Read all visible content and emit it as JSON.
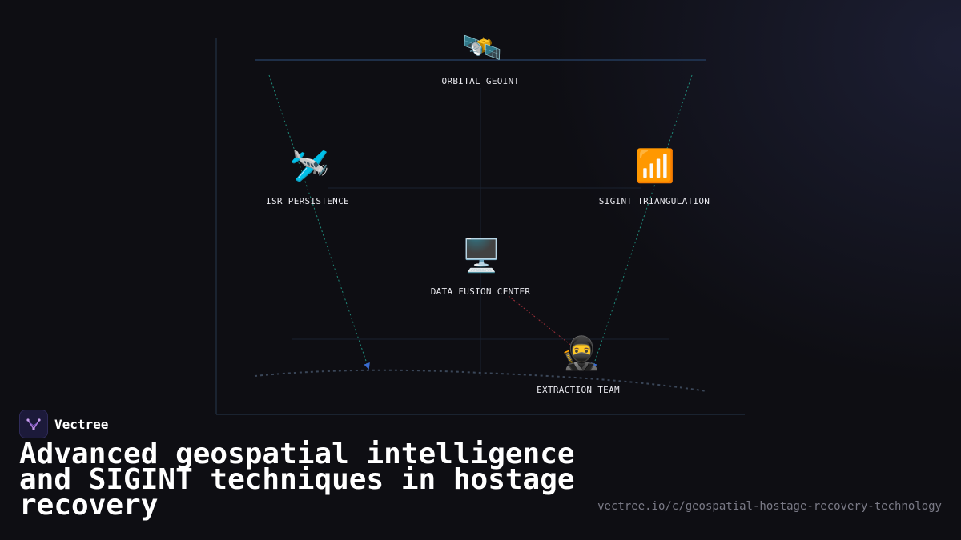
{
  "nodes": [
    {
      "id": "orbital",
      "icon": "🛰️",
      "icon_name": "satellite-icon",
      "label": "ORBITAL GEOINT"
    },
    {
      "id": "isr",
      "icon": "🛩️",
      "icon_name": "airplane-icon",
      "label": "ISR PERSISTENCE"
    },
    {
      "id": "sigint",
      "icon": "📶",
      "icon_name": "signal-bars-icon",
      "label": "SIGINT TRIANGULATION"
    },
    {
      "id": "fusion",
      "icon": "🖥️",
      "icon_name": "desktop-computer-icon",
      "label": "DATA FUSION CENTER"
    },
    {
      "id": "extraction",
      "icon": "🥷",
      "icon_name": "ninja-icon",
      "label": "EXTRACTION TEAM"
    }
  ],
  "brand": {
    "name": "Vectree",
    "logo_icon": "vectree-logo-icon"
  },
  "title": "Advanced geospatial intelligence and SIGINT techniques in hostage recovery",
  "url": "vectree.io/c/geospatial-hostage-recovery-technology",
  "colors": {
    "background": "#0e0e13",
    "grid_line": "#1f2a3a",
    "teal_link": "#1f8a7a",
    "red_link": "#a0303a",
    "arrow_blue": "#3a6ad0",
    "logo_purple": "#b07be0"
  }
}
